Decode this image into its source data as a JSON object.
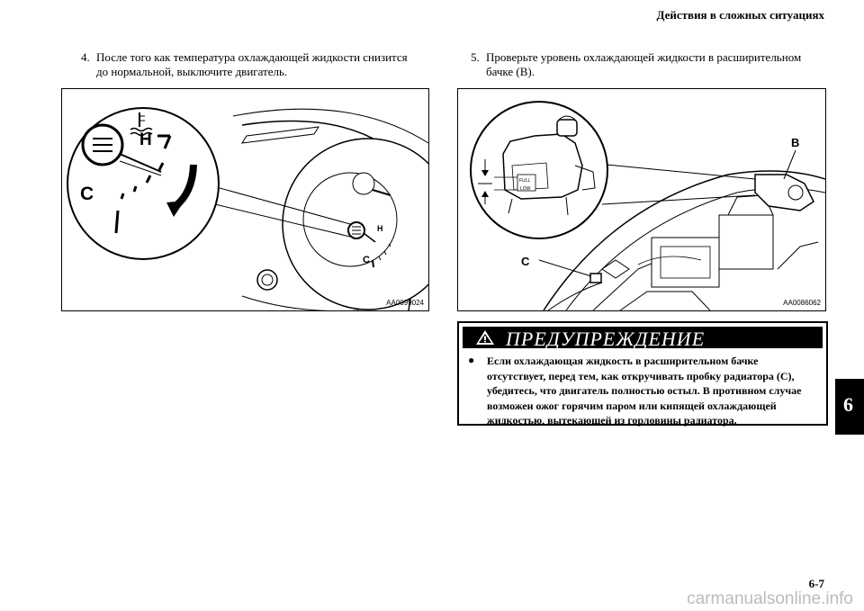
{
  "header": {
    "section_title": "Действия в сложных ситуациях"
  },
  "steps": [
    {
      "number": "4.",
      "lines": [
        "После того как температура охлаждающей жидкости снизится",
        "до нормальной, выключите двигатель."
      ]
    },
    {
      "number": "5.",
      "lines": [
        "Проверьте уровень охлаждающей жидкости в расширительном",
        "бачке (B)."
      ]
    }
  ],
  "figures": [
    {
      "code": "AA0099024",
      "gauge_labels": {
        "cold": "C",
        "hot": "H"
      }
    },
    {
      "code": "AA0086062",
      "labels": {
        "reservoir": "B",
        "cap": "C",
        "full": "FULL",
        "low": "LOW"
      }
    }
  ],
  "warning": {
    "title": "ПРЕДУПРЕЖДЕНИЕ",
    "bullet": "●",
    "lines": [
      "Если охлаждающая жидкость в расширительном бачке",
      "отсутствует, перед тем, как откручивать пробку радиатора (C),",
      "убедитесь, что двигатель полностью остыл. В противном случае",
      "возможен ожог горячим паром или кипящей охлаждающей",
      "жидкостью, вытекающей из горловины радиатора."
    ]
  },
  "side_tab": "6",
  "page_number": "6-7",
  "watermark": "carmanualsonline.info"
}
